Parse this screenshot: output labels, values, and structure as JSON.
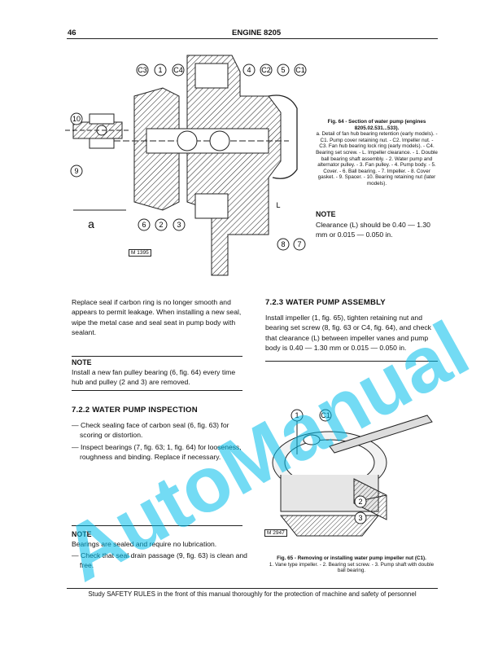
{
  "header": {
    "page_number": "46",
    "title": "ENGINE 8205"
  },
  "figure64": {
    "code_tag": "M 1395",
    "sub_label": "a",
    "callouts": [
      "C3",
      "1",
      "C4",
      "4",
      "C2",
      "5",
      "C1",
      "10",
      "9",
      "6",
      "2",
      "3",
      "L",
      "8",
      "7"
    ],
    "caption_title": "Fig. 64 - Section of water pump (engines 8205.02.531...533).",
    "caption_body": "a. Detail of fan hub bearing retention (early models). - C1. Pump cover retaining nut. - C2. Impeller nut. - C3. Fan hub bearing lock ring (early models). - C4. Bearing set screw. - L. Impeller clearance. - 1. Double ball bearing shaft assembly. - 2. Water pump and alternator pulley. - 3. Fan pulley. - 4. Pump body. - 5. Cover. - 6. Ball bearing. - 7. Impeller. - 8. Cover gasket. - 9. Spacer. - 10. Bearing retaining nut (later models).",
    "note_heading": "NOTE",
    "note_text": "Clearance (L) should be 0.40 — 1.30 mm or 0.015 — 0.050 in."
  },
  "left_column": {
    "intro": "Replace seal if carbon ring is no longer smooth and appears to permit leakage. When installing a new seal, wipe the metal case and seal seat in pump body with sealant.",
    "note1_heading": "NOTE",
    "note1_text": "Install a new fan pulley bearing (6, fig. 64) every time hub and pulley (2 and 3) are removed.",
    "section_heading": "7.2.2 WATER PUMP INSPECTION",
    "bullets": [
      "— Check sealing face of carbon seal (6, fig. 63) for scoring or distortion.",
      "— Inspect bearings (7, fig. 63; 1, fig. 64) for looseness, roughness and binding. Replace if necessary."
    ],
    "note2_heading": "NOTE",
    "note2_text": "Bearings are sealed and require no lubrication.",
    "note2_bullet": "— Check that seal drain passage (9, fig. 63) is clean and free."
  },
  "right_column": {
    "section_heading": "7.2.3 WATER PUMP ASSEMBLY",
    "text": "Install impeller (1, fig. 65), tighten retaining nut and bearing set screw (8, fig. 63 or C4, fig. 64), and check that clearance (L) between impeller vanes and pump body is 0.40 — 1.30 mm or 0.015 — 0.050 in."
  },
  "figure65": {
    "code_tag": "M 2947",
    "callouts": [
      "1",
      "C1",
      "2",
      "3"
    ],
    "caption_title": "Fig. 65 - Removing or installing water pump impeller nut (C1).",
    "caption_body": "1. Vane type impeller. - 2. Bearing set screw. - 3. Pump shaft with double ball bearing."
  },
  "footer": {
    "text": "Study SAFETY RULES in the front of this manual thoroughly for the protection of machine and safety of personnel"
  },
  "watermark": {
    "text": "AutoManual",
    "color": "#00bee8"
  }
}
